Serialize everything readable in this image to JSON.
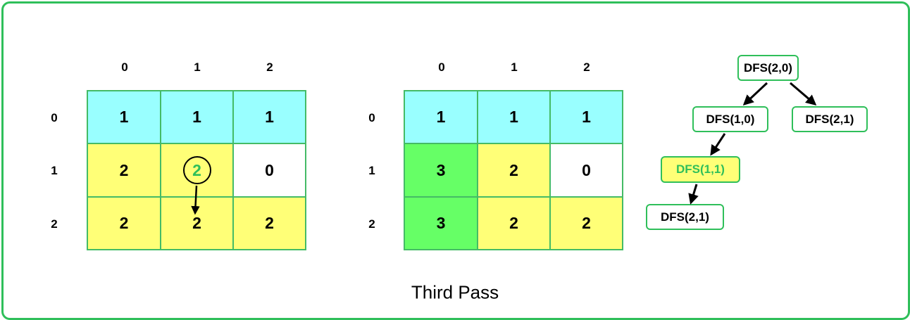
{
  "columns": [
    "0",
    "1",
    "2"
  ],
  "rows": [
    "0",
    "1",
    "2"
  ],
  "left_grid": [
    [
      "1",
      "1",
      "1"
    ],
    [
      "2",
      "2",
      "0"
    ],
    [
      "2",
      "2",
      "2"
    ]
  ],
  "right_grid": [
    [
      "1",
      "1",
      "1"
    ],
    [
      "3",
      "2",
      "0"
    ],
    [
      "3",
      "2",
      "2"
    ]
  ],
  "cell_colors": {
    "cyan": "#99ffff",
    "yellow": "#ffff77",
    "white": "#ffffff",
    "green": "#66ff66",
    "border": "#44bb66",
    "accent": "#2fbf5a"
  },
  "dfs_tree": {
    "root": "DFS(2,0)",
    "child_left": "DFS(1,0)",
    "child_right": "DFS(2,1)",
    "grandchild": "DFS(1,1)",
    "great_grandchild": "DFS(2,1)"
  },
  "caption": "Third Pass"
}
